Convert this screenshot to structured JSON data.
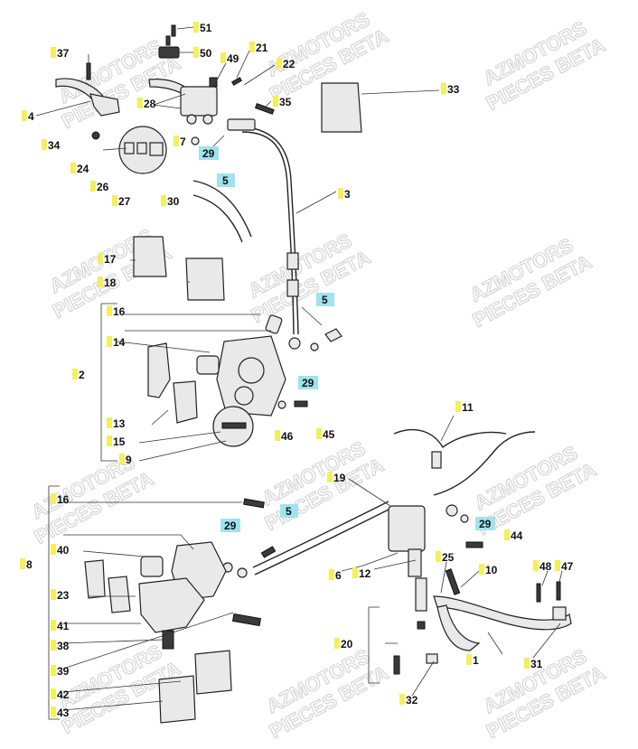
{
  "watermark": {
    "line1": "AZMOTORS",
    "line2": "PIECES BETA"
  },
  "colors": {
    "callout_yellow": "#f4ef5a",
    "callout_cyan": "#9fe3ef",
    "line": "#222222",
    "watermark": "#d6d6d6"
  },
  "callouts": [
    {
      "label": "51",
      "style": "yellow"
    },
    {
      "label": "50",
      "style": "yellow"
    },
    {
      "label": "37",
      "style": "yellow"
    },
    {
      "label": "49",
      "style": "yellow"
    },
    {
      "label": "21",
      "style": "yellow"
    },
    {
      "label": "22",
      "style": "yellow"
    },
    {
      "label": "28",
      "style": "yellow"
    },
    {
      "label": "35",
      "style": "yellow"
    },
    {
      "label": "33",
      "style": "yellow"
    },
    {
      "label": "4",
      "style": "yellow"
    },
    {
      "label": "7",
      "style": "yellow"
    },
    {
      "label": "29",
      "style": "cyan"
    },
    {
      "label": "34",
      "style": "yellow"
    },
    {
      "label": "24",
      "style": "yellow"
    },
    {
      "label": "26",
      "style": "yellow"
    },
    {
      "label": "27",
      "style": "yellow"
    },
    {
      "label": "5",
      "style": "cyan"
    },
    {
      "label": "30",
      "style": "yellow"
    },
    {
      "label": "3",
      "style": "yellow"
    },
    {
      "label": "17",
      "style": "yellow"
    },
    {
      "label": "18",
      "style": "yellow"
    },
    {
      "label": "5",
      "style": "cyan"
    },
    {
      "label": "16",
      "style": "yellow"
    },
    {
      "label": "14",
      "style": "yellow"
    },
    {
      "label": "2",
      "style": "yellow"
    },
    {
      "label": "29",
      "style": "cyan"
    },
    {
      "label": "13",
      "style": "yellow"
    },
    {
      "label": "15",
      "style": "yellow"
    },
    {
      "label": "46",
      "style": "yellow"
    },
    {
      "label": "45",
      "style": "yellow"
    },
    {
      "label": "9",
      "style": "yellow"
    },
    {
      "label": "11",
      "style": "yellow"
    },
    {
      "label": "19",
      "style": "yellow"
    },
    {
      "label": "16",
      "style": "yellow"
    },
    {
      "label": "5",
      "style": "cyan"
    },
    {
      "label": "29",
      "style": "cyan"
    },
    {
      "label": "29",
      "style": "cyan"
    },
    {
      "label": "44",
      "style": "yellow"
    },
    {
      "label": "40",
      "style": "yellow"
    },
    {
      "label": "8",
      "style": "yellow"
    },
    {
      "label": "6",
      "style": "yellow"
    },
    {
      "label": "12",
      "style": "yellow"
    },
    {
      "label": "25",
      "style": "yellow"
    },
    {
      "label": "10",
      "style": "yellow"
    },
    {
      "label": "48",
      "style": "yellow"
    },
    {
      "label": "47",
      "style": "yellow"
    },
    {
      "label": "23",
      "style": "yellow"
    },
    {
      "label": "41",
      "style": "yellow"
    },
    {
      "label": "38",
      "style": "yellow"
    },
    {
      "label": "20",
      "style": "yellow"
    },
    {
      "label": "1",
      "style": "yellow"
    },
    {
      "label": "31",
      "style": "yellow"
    },
    {
      "label": "39",
      "style": "yellow"
    },
    {
      "label": "42",
      "style": "yellow"
    },
    {
      "label": "32",
      "style": "yellow"
    },
    {
      "label": "43",
      "style": "yellow"
    }
  ]
}
